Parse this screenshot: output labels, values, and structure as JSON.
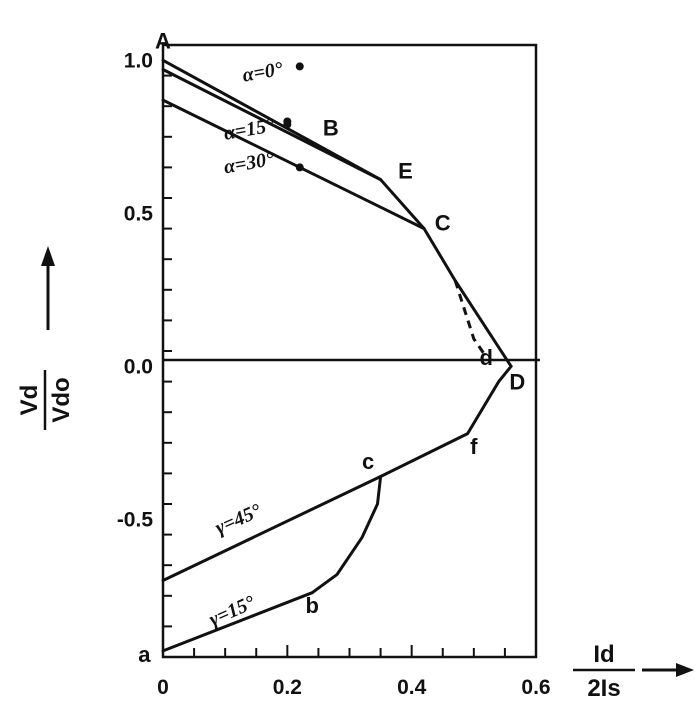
{
  "chart_data": {
    "type": "line",
    "xlabel": {
      "numerator": "Id",
      "denominator": "2Is"
    },
    "ylabel": {
      "numerator": "Vd",
      "denominator": "Vdo"
    },
    "xlim": [
      0,
      0.6
    ],
    "ylim": [
      -0.95,
      1.05
    ],
    "x_ticks": [
      "0",
      "0.2",
      "0.4",
      "0.6"
    ],
    "y_ticks": [
      "1.0",
      "0.5",
      "0.0",
      "-0.5"
    ],
    "x_tick_values": [
      0,
      0.2,
      0.4,
      0.6
    ],
    "y_tick_values": [
      1.0,
      0.5,
      0.0,
      -0.5
    ],
    "grid": false,
    "series": [
      {
        "name": "α=0°",
        "points": [
          [
            0,
            1.0
          ],
          [
            0.35,
            0.61
          ],
          [
            0.42,
            0.45
          ],
          [
            0.47,
            0.28
          ],
          [
            0.56,
            0.0
          ]
        ]
      },
      {
        "name": "α=15°",
        "points": [
          [
            0,
            0.97
          ],
          [
            0.35,
            0.61
          ]
        ]
      },
      {
        "name": "α=30°",
        "points": [
          [
            0,
            0.87
          ],
          [
            0.42,
            0.45
          ]
        ]
      },
      {
        "name": "γ=45°",
        "points": [
          [
            0,
            -0.7
          ],
          [
            0.35,
            -0.36
          ],
          [
            0.49,
            -0.22
          ],
          [
            0.54,
            -0.05
          ],
          [
            0.56,
            0.0
          ]
        ]
      },
      {
        "name": "γ=15°",
        "points": [
          [
            0,
            -0.93
          ],
          [
            0.24,
            -0.74
          ]
        ]
      },
      {
        "name": "",
        "points": [
          [
            0.24,
            -0.74
          ],
          [
            0.28,
            -0.68
          ],
          [
            0.32,
            -0.56
          ],
          [
            0.345,
            -0.45
          ],
          [
            0.35,
            -0.36
          ]
        ]
      }
    ],
    "dashed_segment": [
      [
        0.47,
        0.28
      ],
      [
        0.5,
        0.09
      ],
      [
        0.52,
        0.03
      ]
    ],
    "point_labels": [
      {
        "text": "A",
        "x": 0,
        "y": 1.0
      },
      {
        "text": "B",
        "x": 0.27,
        "y": 0.78
      },
      {
        "text": "E",
        "x": 0.39,
        "y": 0.64
      },
      {
        "text": "C",
        "x": 0.45,
        "y": 0.47
      },
      {
        "text": "d",
        "x": 0.52,
        "y": 0.03
      },
      {
        "text": "D",
        "x": 0.57,
        "y": -0.05
      },
      {
        "text": "f",
        "x": 0.5,
        "y": -0.26
      },
      {
        "text": "c",
        "x": 0.33,
        "y": -0.31
      },
      {
        "text": "b",
        "x": 0.24,
        "y": -0.78
      },
      {
        "text": "a",
        "x": -0.03,
        "y": -0.94
      }
    ],
    "annotations": [
      {
        "text": "α=0°",
        "x": 0.13,
        "y": 0.93
      },
      {
        "text": "α=15°",
        "x": 0.1,
        "y": 0.74
      },
      {
        "text": "α=30°",
        "x": 0.1,
        "y": 0.63
      },
      {
        "text": "γ=45°",
        "x": 0.09,
        "y": -0.55
      },
      {
        "text": "γ=15°",
        "x": 0.08,
        "y": -0.85
      }
    ]
  }
}
